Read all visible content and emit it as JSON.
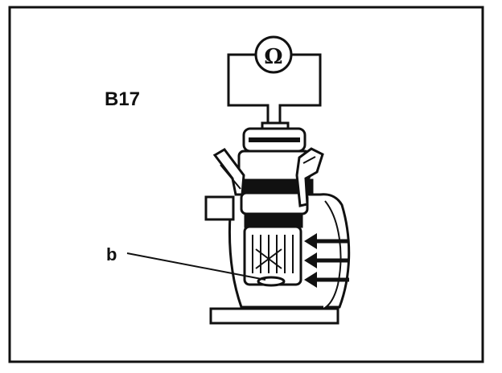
{
  "figure": {
    "component_label": "B17",
    "meter_symbol": "Ω",
    "callout_b": "b"
  },
  "colors": {
    "ink": "#111111",
    "paper": "#ffffff"
  },
  "icons": {
    "meter": "ohmmeter-icon",
    "flow": "flow-arrow-icon",
    "sensor": "temperature-sensor-icon"
  }
}
